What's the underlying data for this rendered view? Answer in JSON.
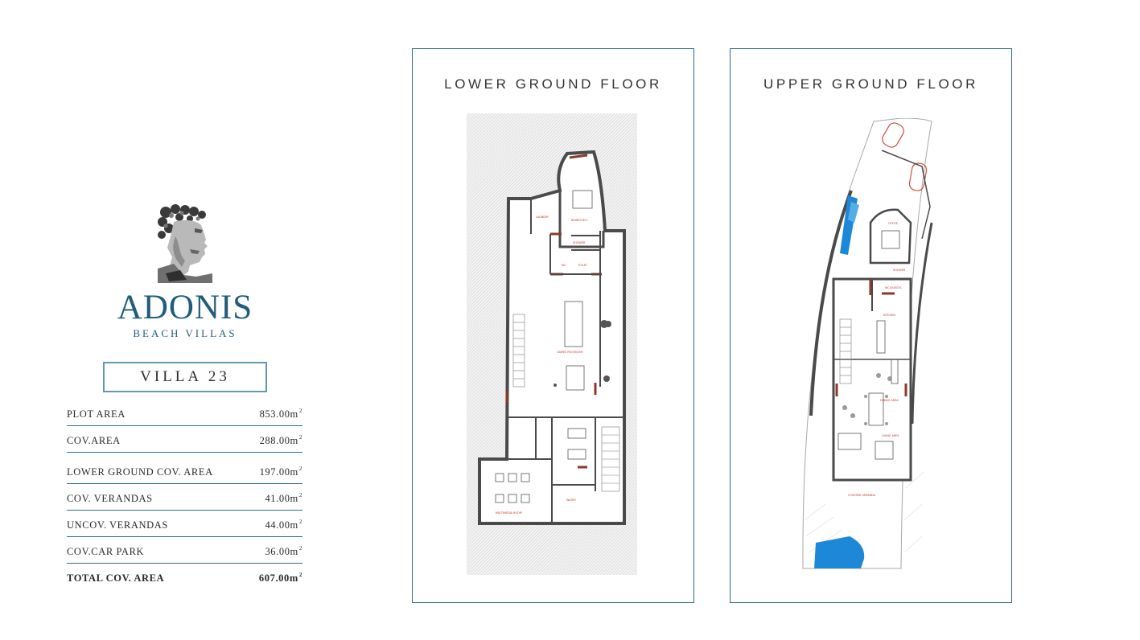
{
  "brand": {
    "name": "ADONIS",
    "subtitle": "BEACH VILLAS",
    "logo_icon": "bust-icon"
  },
  "villa": {
    "label": "VILLA 23"
  },
  "areas": [
    {
      "label": "PLOT AREA",
      "value": "853.00m",
      "unit_sup": "2"
    },
    {
      "label": "COV.AREA",
      "value": "288.00m",
      "unit_sup": "2"
    },
    {
      "label": "LOWER GROUND COV. AREA",
      "value": "197.00m",
      "unit_sup": "2"
    },
    {
      "label": "COV. VERANDAS",
      "value": "41.00m",
      "unit_sup": "2"
    },
    {
      "label": "UNCOV. VERANDAS",
      "value": "44.00m",
      "unit_sup": "2"
    },
    {
      "label": "COV.CAR PARK",
      "value": "36.00m",
      "unit_sup": "2"
    },
    {
      "label": "TOTAL COV. AREA",
      "value": "607.00m",
      "unit_sup": "2"
    }
  ],
  "plans": {
    "lower": {
      "title": "LOWER GROUND FLOOR",
      "rooms": [
        "LAUNDRY",
        "BEDROOM 1",
        "SHOWER",
        "WC",
        "TOILET",
        "GAMES ROOM/GYM",
        "MULTIMEDIA ROOM",
        "WATER"
      ]
    },
    "upper": {
      "title": "UPPER GROUND FLOOR",
      "rooms": [
        "OFFICE",
        "SHOWER",
        "WC/GUESTS",
        "KITCHEN",
        "DINING AREA",
        "LIVING AREA",
        "COVERED VERANDA"
      ]
    }
  },
  "colors": {
    "brand": "#1f5d7a",
    "border": "#2f6b8a",
    "wall": "#4a4a4a",
    "accent_wall": "#8b3a2a",
    "pool": "#1e88d8",
    "room_label": "#c0392b"
  }
}
